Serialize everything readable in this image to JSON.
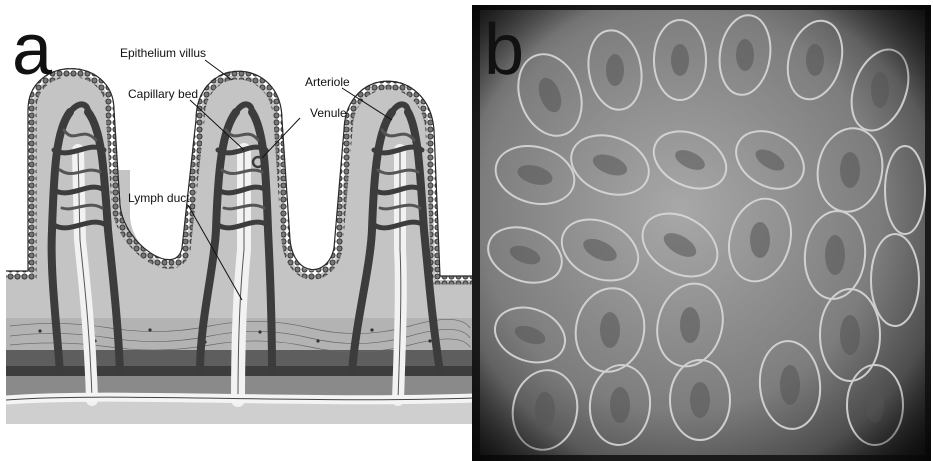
{
  "panels": [
    {
      "letter": "a"
    },
    {
      "letter": "b"
    }
  ],
  "annotations": {
    "epithelium_villus": "Epithelium villus",
    "capillary_bed": "Capillary bed",
    "venule": "Venule",
    "arteriole": "Arteriole",
    "lymph_duct": "Lymph duct"
  },
  "colors": {
    "background": "#ffffff",
    "villus_fill": "#c8c8c8",
    "epithelium_outline": "#3a3a3a",
    "vessel_dark": "#3c3c3c",
    "lymph": "#f2f2f2",
    "tissue_layer": "#9a9a9a",
    "micrograph_dark": "#1a1a1a"
  }
}
